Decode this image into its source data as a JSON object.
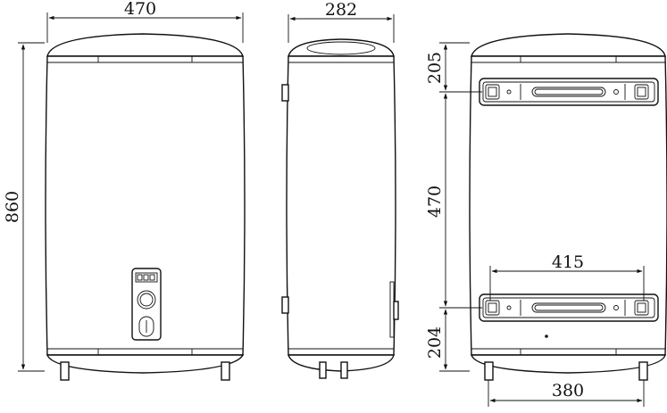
{
  "diagram": {
    "front_view": {
      "width_label": "470",
      "height_label": "860"
    },
    "side_view": {
      "depth_label": "282"
    },
    "back_view": {
      "top_offset_label": "205",
      "bracket_spacing_label": "470",
      "bottom_offset_label": "204",
      "bracket_width_label": "415",
      "feet_spacing_label": "380"
    }
  }
}
